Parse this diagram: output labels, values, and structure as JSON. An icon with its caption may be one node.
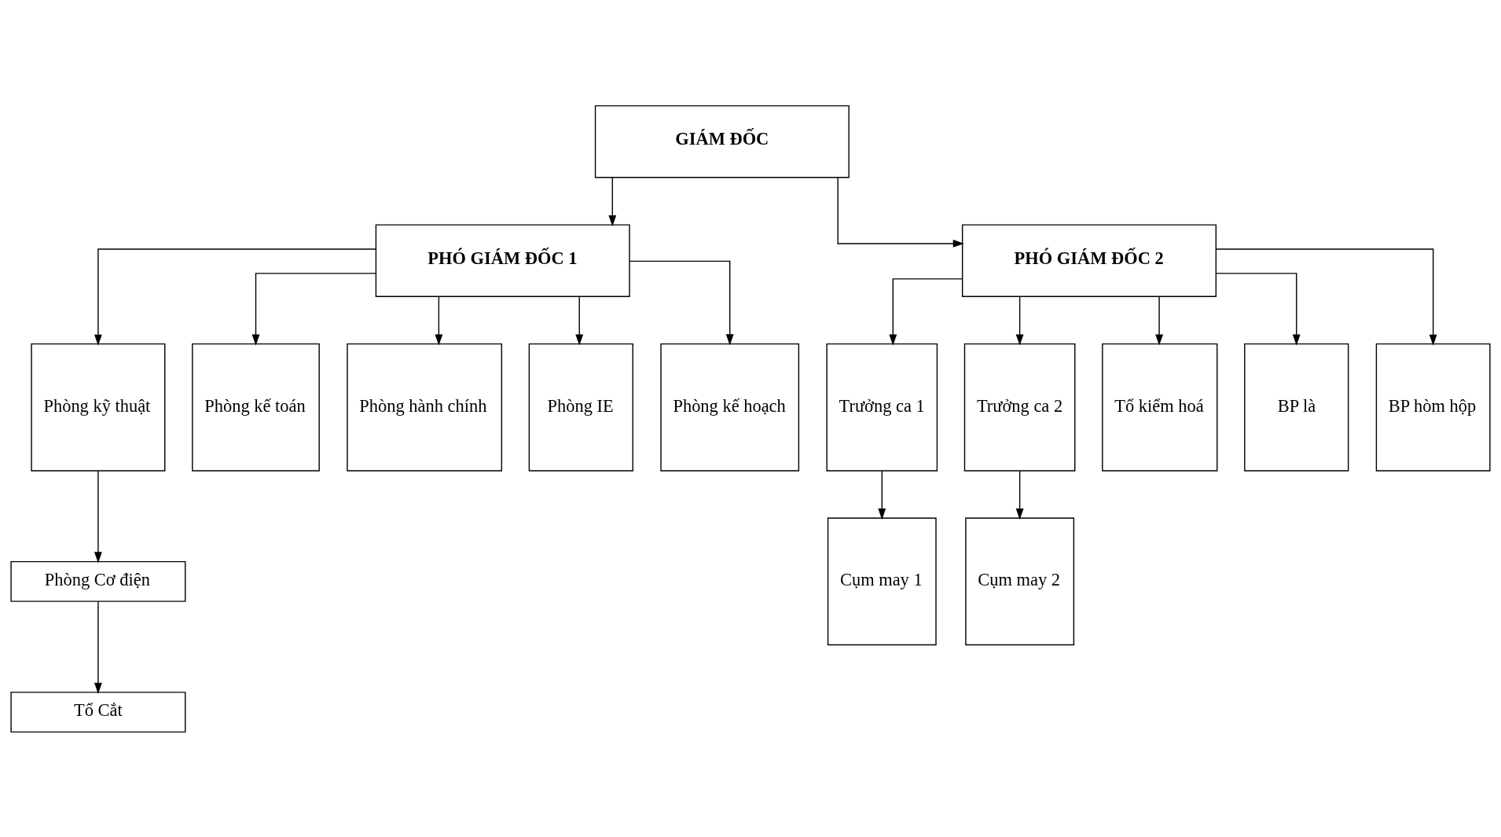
{
  "diagram": {
    "nodes": [
      {
        "text": [
          "GIÁM ĐỐC"
        ]
      },
      {
        "text": [
          "PHÓ GIÁM ĐỐC 1"
        ]
      },
      {
        "text": [
          "PHÓ GIÁM ĐỐC 2"
        ]
      },
      {
        "text": [
          "Phòng kỹ thuật"
        ]
      },
      {
        "text": [
          "Phòng kế toán"
        ]
      },
      {
        "text": [
          "Phòng hành chính"
        ]
      },
      {
        "text": [
          "Phòng IE"
        ]
      },
      {
        "text": [
          "Phòng kế hoạch"
        ]
      },
      {
        "text": [
          "Trưởng ca 1"
        ]
      },
      {
        "text": [
          "Trưởng ca 2"
        ]
      },
      {
        "text": [
          "Tổ kiểm hoá"
        ]
      },
      {
        "text": [
          "BP là"
        ]
      },
      {
        "text": [
          "BP hòm hộp"
        ]
      },
      {
        "text": [
          "Phòng Cơ điện"
        ]
      },
      {
        "text": [
          "Cụm may 1"
        ]
      },
      {
        "text": [
          "Cụm may 2"
        ]
      },
      {
        "text": [
          "Tổ Cắt"
        ]
      }
    ],
    "edges": [
      {
        "from": 0,
        "to": 1,
        "arrow": "to"
      },
      {
        "from": 0,
        "to": 2,
        "arrow": "to"
      },
      {
        "from": 1,
        "to": 3,
        "arrow": "to"
      },
      {
        "from": 1,
        "to": 4,
        "arrow": "to"
      },
      {
        "from": 1,
        "to": 5,
        "arrow": "to"
      },
      {
        "from": 1,
        "to": 6,
        "arrow": "to"
      },
      {
        "from": 1,
        "to": 7,
        "arrow": "to"
      },
      {
        "from": 2,
        "to": 8,
        "arrow": "to"
      },
      {
        "from": 2,
        "to": 9,
        "arrow": "to"
      },
      {
        "from": 2,
        "to": 10,
        "arrow": "to"
      },
      {
        "from": 2,
        "to": 11,
        "arrow": "to"
      },
      {
        "from": 2,
        "to": 12,
        "arrow": "to"
      },
      {
        "from": 3,
        "to": 13,
        "arrow": "to"
      },
      {
        "from": 8,
        "to": 14,
        "arrow": "to"
      },
      {
        "from": 9,
        "to": 15,
        "arrow": "to"
      },
      {
        "from": 13,
        "to": 16,
        "arrow": "to"
      }
    ]
  }
}
